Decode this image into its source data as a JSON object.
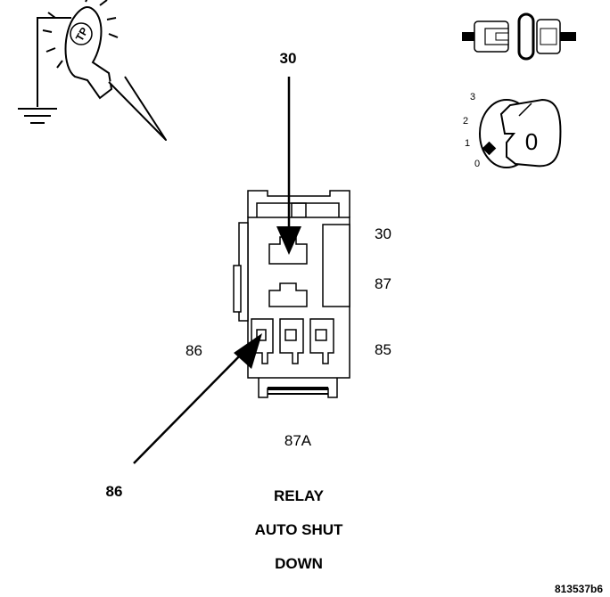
{
  "test_light": {
    "label": "TP"
  },
  "ignition": {
    "positions": [
      "3",
      "2",
      "1",
      "0"
    ],
    "key_symbol": "0"
  },
  "callouts": {
    "top": "30",
    "bottom_left": "86"
  },
  "relay_pins": {
    "p30": "30",
    "p87": "87",
    "p86": "86",
    "p85": "85",
    "p87a": "87A"
  },
  "caption": {
    "line1": "RELAY",
    "line2": "AUTO SHUT",
    "line3": "DOWN"
  },
  "figure_id": "813537b6"
}
